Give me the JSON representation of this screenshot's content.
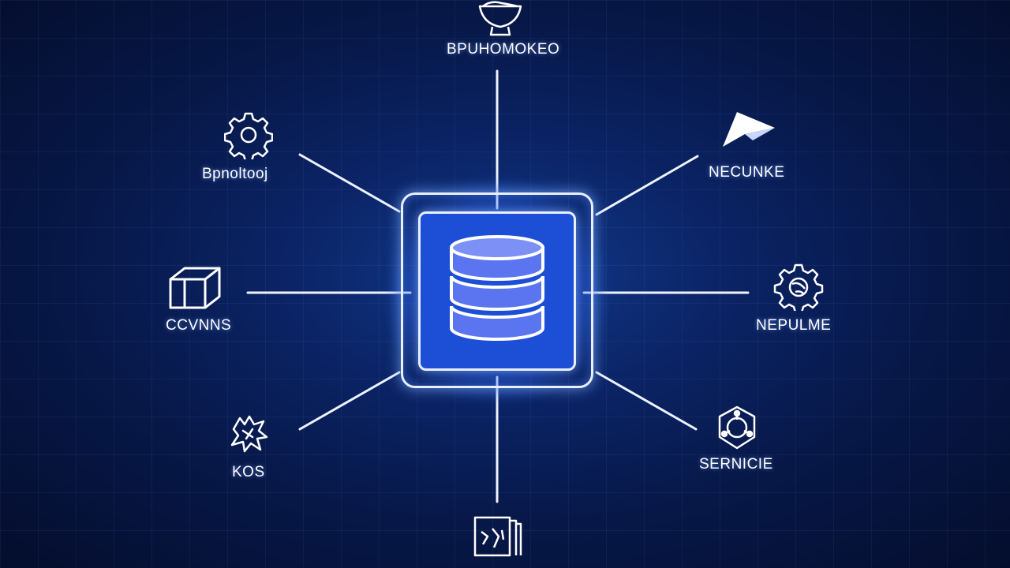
{
  "diagram": {
    "hub": {
      "icon": "database-icon"
    },
    "nodes": [
      {
        "id": "top",
        "label": "BPUHOMOKEO",
        "icon": "bowl-icon"
      },
      {
        "id": "top-left",
        "label": "Bpnoltooj",
        "icon": "gear-icon"
      },
      {
        "id": "top-right",
        "label": "NECUNKE",
        "icon": "paper-plane-icon"
      },
      {
        "id": "left",
        "label": "CCVNNS",
        "icon": "box-icon"
      },
      {
        "id": "right",
        "label": "NEPULME",
        "icon": "cog-globe-icon"
      },
      {
        "id": "bottom-left",
        "label": "KOS",
        "icon": "scribble-icon"
      },
      {
        "id": "bottom-right",
        "label": "SERNICIE",
        "icon": "network-icon"
      },
      {
        "id": "bottom",
        "label": "",
        "icon": "document-icon"
      }
    ],
    "colors": {
      "background": "#071848",
      "hub_fill": "#1c4fd6",
      "line": "#e8f0ff",
      "glow": "#3c78ff"
    }
  }
}
